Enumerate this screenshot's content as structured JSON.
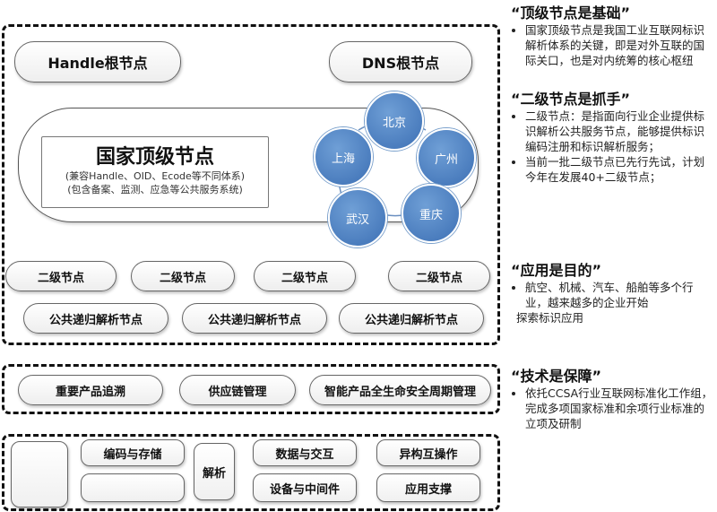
{
  "top_section": {
    "handle_root": "Handle根节点",
    "dns_root": "DNS根节点",
    "national_node": {
      "title": "国家顶级节点",
      "sub1": "(兼容Handle、OID、Ecode等不同体系)",
      "sub2": "(包含备案、监测、应急等公共服务系统)"
    },
    "cities": [
      "北京",
      "广州",
      "重庆",
      "武汉",
      "上海"
    ],
    "secondary_nodes": [
      "二级节点",
      "二级节点",
      "二级节点",
      "二级节点"
    ],
    "recursive_nodes": [
      "公共递归解析节点",
      "公共递归解析节点",
      "公共递归解析节点"
    ]
  },
  "apps_section": {
    "items": [
      "重要产品追溯",
      "供应链管理",
      "智能产品全生命安全周期管理"
    ]
  },
  "tech_section": {
    "encode": "编码与存储",
    "parse": "解析",
    "data_exchange": "数据与交互",
    "interop": "异构互操作",
    "device": "设备与中间件",
    "app_support": "应用支撑"
  },
  "notes": [
    {
      "title": "“顶级节点是基础”",
      "bullets": [
        "国家顶级节点是我国工业互联网标识解析体系的关键，即是对外互联的国际关口，也是对内统筹的核心枢纽"
      ]
    },
    {
      "title": "“二级节点是抓手”",
      "bullets": [
        "二级节点：是指面向行业企业提供标识解析公共服务节点，能够提供标识编码注册和标识解析服务；",
        "当前一批二级节点已先行先试，计划今年在发展40+二级节点；"
      ]
    },
    {
      "title": "“应用是目的”",
      "bullets": [
        "航空、机械、汽车、船舶等多个行业，越来越多的企业开始"
      ],
      "tail": "探索标识应用"
    },
    {
      "title": "“技术是保障”",
      "bullets": [
        "依托CCSA行业互联网标准化工作组，完成多项国家标准和余项行业标准的立项及研制"
      ]
    }
  ]
}
